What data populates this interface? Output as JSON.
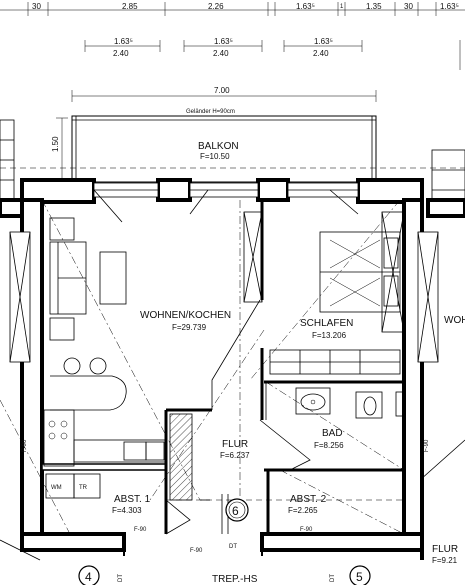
{
  "dimensions": {
    "top_row": [
      "30",
      "2.85",
      "2.26",
      "1.63⁵",
      "1",
      "1.35",
      "30",
      "1.63⁵"
    ],
    "mid_upper": [
      "1.63⁵",
      "1.63⁵",
      "1.63⁵"
    ],
    "mid_lower": [
      "2.40",
      "2.40",
      "2.40"
    ],
    "overall": "7.00",
    "railing": "Geländer H=90cm",
    "balcony_depth": "1.50"
  },
  "rooms": {
    "balkon": {
      "name": "BALKON",
      "area": "F=10.50"
    },
    "wohnen": {
      "name": "WOHNEN/KOCHEN",
      "area": "F=29.739"
    },
    "schlafen": {
      "name": "SCHLAFEN",
      "area": "F=13.206"
    },
    "bad": {
      "name": "BAD",
      "area": "F=8.256"
    },
    "flur": {
      "name": "FLUR",
      "area": "F=6.237"
    },
    "abst1": {
      "name": "ABST. 1",
      "area": "F=4.303"
    },
    "abst2": {
      "name": "ABST. 2",
      "area": "F=2.265"
    },
    "treppenhaus": {
      "name": "TREP.-HS"
    },
    "neighbor_right": {
      "name": "WOH"
    },
    "neighbor_flur": {
      "name": "FLUR",
      "area": "F=9.21"
    }
  },
  "labels": {
    "wm": "WM",
    "tr": "TR",
    "dt": "DT",
    "f90": "F-90"
  },
  "markers": {
    "unit_6": "6",
    "unit_4": "4",
    "unit_5": "5"
  }
}
